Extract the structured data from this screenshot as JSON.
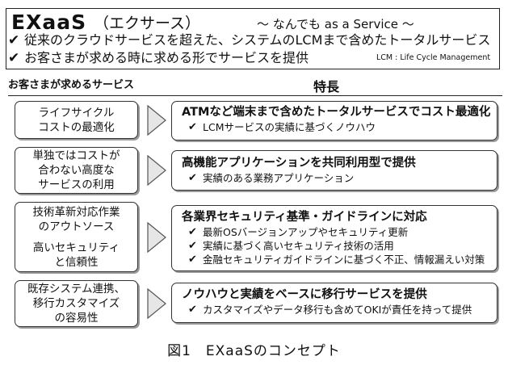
{
  "header": {
    "logo": "EXaaS",
    "logo_sub": "（エクサース）",
    "tagline": "～ なんでも as a Service ～",
    "check_mark": "✔",
    "lines": [
      "従来のクラウドサービスを超えた、システムのLCMまで含めたトータルサービス",
      "お客さまが求める時に求める形でサービスを提供"
    ],
    "lcm_note": "LCM : Life Cycle Management"
  },
  "left_heading": "お客さまが求めるサービス",
  "right_heading": "特長",
  "rows": [
    {
      "needs": [
        "ライフサイクル",
        "コストの最適化"
      ],
      "title": "ATMなど端末まで含めたトータルサービスでコスト最適化",
      "bullets": [
        "LCMサービスの実績に基づくノウハウ"
      ]
    },
    {
      "needs": [
        "単独ではコストが",
        "合わない高度な",
        "サービスの利用"
      ],
      "title": "高機能アプリケーションを共同利用型で提供",
      "bullets": [
        "実績のある業務アプリケーション"
      ]
    },
    {
      "needs": [
        "技術革新対応作業",
        "のアウトソース",
        "高いセキュリティ",
        "と信頼性"
      ],
      "title": "各業界セキュリティ基準・ガイドラインに対応",
      "bullets": [
        "最新OSバージョンアップやセキュリティ更新",
        "実績に基づく高いセキュリティ技術の活用",
        "金融セキュリティガイドラインに基づく不正、情報漏えい対策"
      ]
    },
    {
      "needs": [
        "既存システム連携、",
        "移行カスタマイズ",
        "の容易性"
      ],
      "title": "ノウハウと実績をベースに移行サービスを提供",
      "bullets": [
        "カスタマイズやデータ移行も含めてOKIが責任を持って提供"
      ]
    }
  ],
  "caption": "図1　EXaaSのコンセプト",
  "colors": {
    "border": "#333333",
    "arrow_fill": "#e6e6e6",
    "shadow": "#9a9a9a"
  }
}
